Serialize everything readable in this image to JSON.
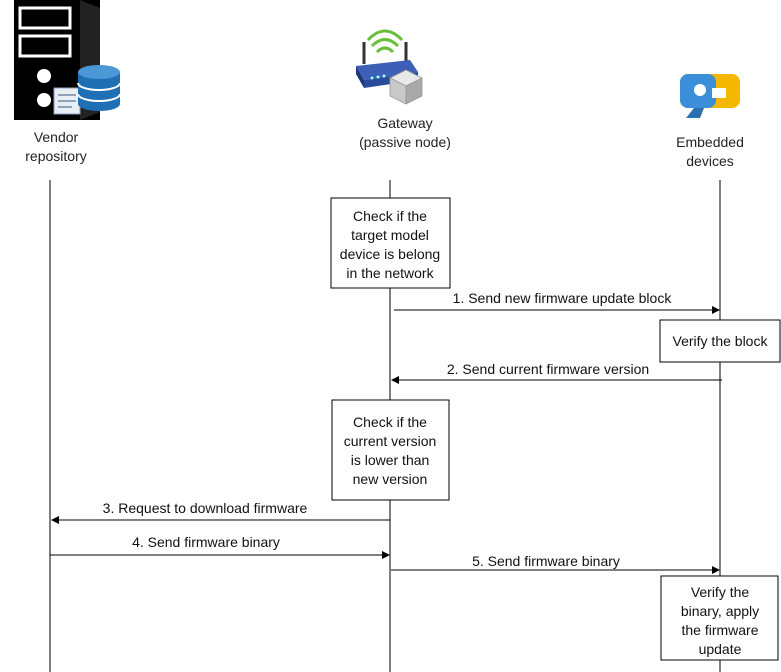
{
  "actors": {
    "vendor": {
      "lines": [
        "Vendor",
        "repository"
      ],
      "icon": "server-database-icon"
    },
    "gateway": {
      "lines": [
        "Gateway",
        "(passive node)"
      ],
      "icon": "wireless-router-icon"
    },
    "devices": {
      "lines": [
        "Embedded",
        "devices"
      ],
      "icon": "embedded-device-icon"
    }
  },
  "notes": {
    "check_model": [
      "Check if the",
      "target model",
      "device is belong",
      "in the network"
    ],
    "verify_block": [
      "Verify the block"
    ],
    "check_version": [
      "Check if the",
      "current version",
      "is lower than",
      "new version"
    ],
    "verify_binary": [
      "Verify the",
      "binary, apply",
      "the firmware",
      "update"
    ]
  },
  "messages": {
    "m1": "1. Send new firmware update block",
    "m2": "2. Send current firmware version",
    "m3": "3. Request to download firmware",
    "m4": "4. Send firmware binary",
    "m5": "5. Send firmware binary"
  },
  "colors": {
    "server_black": "#000000",
    "db_blue": "#1f6fb5",
    "router_blue": "#2a4a9a",
    "wifi_green": "#6abf3a",
    "device_blue": "#3a8fd8",
    "device_yellow": "#f5b800"
  }
}
